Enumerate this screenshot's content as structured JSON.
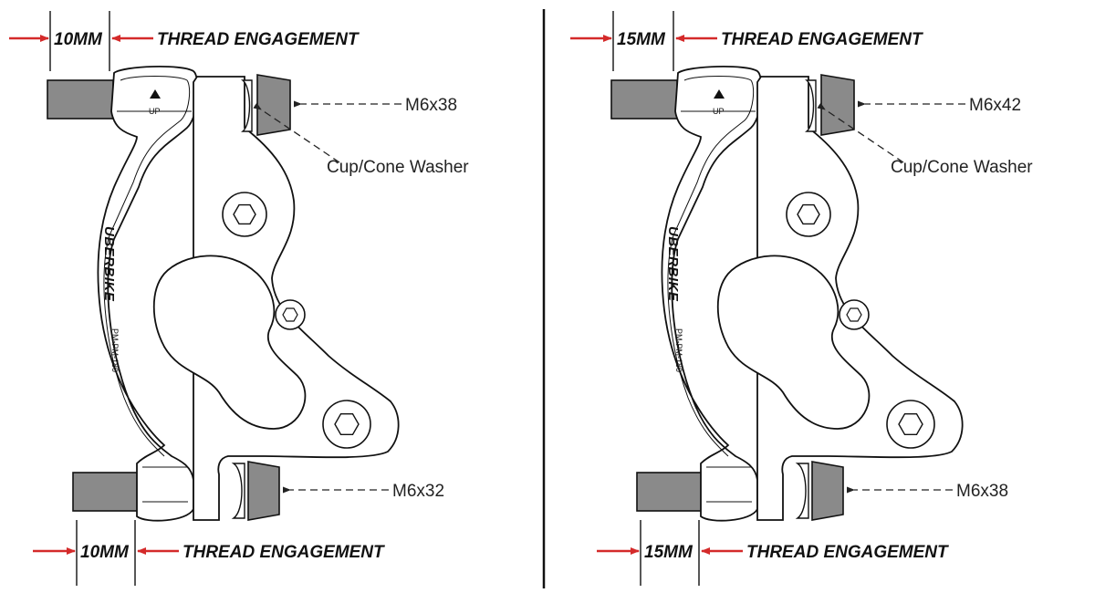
{
  "colors": {
    "arrow": "#d42a2a",
    "bolt_fill": "#8a8a8a",
    "line": "#111111",
    "divider": "#111111"
  },
  "panels": [
    {
      "top_measure": "10MM",
      "top_label": "THREAD ENGAGEMENT",
      "bottom_measure": "10MM",
      "bottom_label": "THREAD ENGAGEMENT",
      "top_bolt": "M6x38",
      "washer": "Cup/Cone Washer",
      "bottom_bolt": "M6x32",
      "brand": "UBERBIKE",
      "model": "PM-PM-180",
      "up_text": "UP"
    },
    {
      "top_measure": "15MM",
      "top_label": "THREAD ENGAGEMENT",
      "bottom_measure": "15MM",
      "bottom_label": "THREAD ENGAGEMENT",
      "top_bolt": "M6x42",
      "washer": "Cup/Cone Washer",
      "bottom_bolt": "M6x38",
      "brand": "UBERBIKE",
      "model": "PM-PM-180",
      "up_text": "UP"
    }
  ]
}
